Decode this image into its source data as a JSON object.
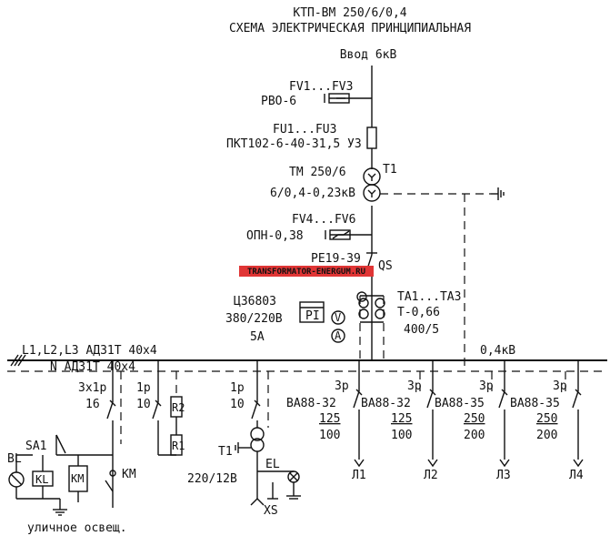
{
  "title": {
    "line1": "КТП-ВМ 250/6/0,4",
    "line2": "СХЕМА ЭЛЕКТРИЧЕСКАЯ ПРИНЦИПИАЛЬНАЯ"
  },
  "input": {
    "label": "Ввод 6кВ"
  },
  "arrester_hv": {
    "ref": "FV1...FV3",
    "type": "РВО-6"
  },
  "fuses": {
    "ref": "FU1...FU3",
    "type": "ПКТ102-6-40-31,5 У3"
  },
  "transformer": {
    "ref": "T1",
    "type": "ТМ 250/6",
    "ratio": "6/0,4-0,23кВ"
  },
  "arrester_lv": {
    "ref": "FV4...FV6",
    "type": "ОПН-0,38"
  },
  "switch": {
    "type": "РЕ19-39",
    "ref": "QS"
  },
  "current_transformers": {
    "ref": "TA1...TA3",
    "type": "Т-0,66",
    "ratio": "400/5"
  },
  "meter": {
    "type": "Ц36803",
    "voltage": "380/220В",
    "current": "5А",
    "symbol": "PI",
    "volt_symbol": "V",
    "amp_symbol": "A"
  },
  "bus": {
    "phase_label": "L1,L2,L3 АД31Т  40х4",
    "neutral_label": "N АД31Т  40х4",
    "voltage": "0,4кВ"
  },
  "aux": {
    "c1_poles": "3х1р",
    "c1_rating": "16",
    "c2_poles": "1р",
    "c2_rating": "10",
    "c3_poles": "1р",
    "c3_rating": "10",
    "r1": "R1",
    "r2": "R2",
    "t1": "T1",
    "t1_voltage": "220/12В",
    "el": "EL",
    "xs": "XS",
    "sa1": "SA1",
    "bl": "BL",
    "kl": "KL",
    "km": "KM",
    "km_label": "KM",
    "street_label": "уличное освещ."
  },
  "feeders": [
    {
      "poles": "3р",
      "breaker": "ВА88-32",
      "rating": "125",
      "setting": "100",
      "line": "Л1"
    },
    {
      "poles": "3р",
      "breaker": "ВА88-32",
      "rating": "125",
      "setting": "100",
      "line": "Л2"
    },
    {
      "poles": "3р",
      "breaker": "ВА88-35",
      "rating": "250",
      "setting": "200",
      "line": "Л3"
    },
    {
      "poles": "3р",
      "breaker": "ВА88-35",
      "rating": "250",
      "setting": "200",
      "line": "Л4"
    }
  ],
  "watermark": "TRANSFORMATOR-ENERGUM.RU"
}
